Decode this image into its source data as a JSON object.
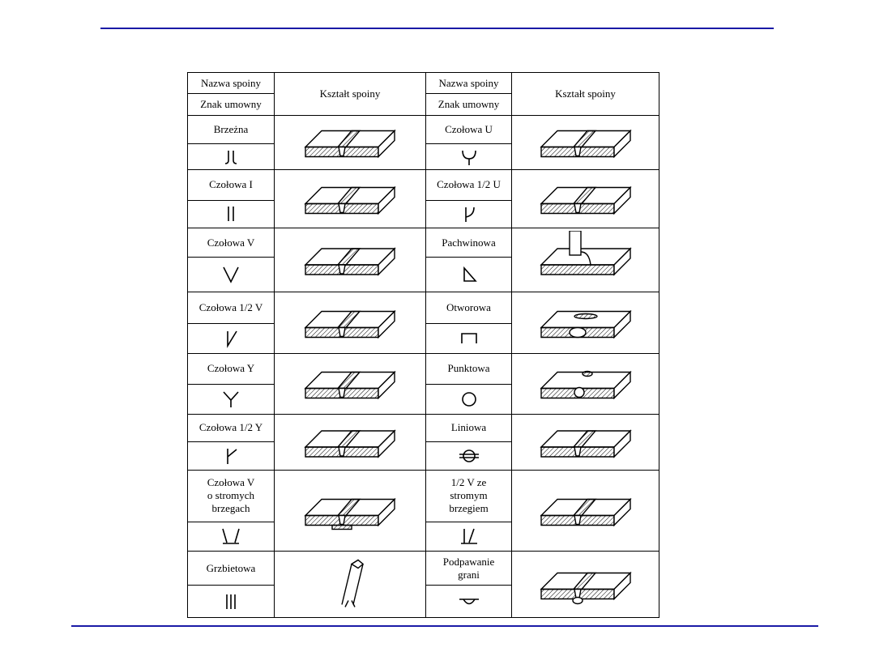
{
  "page": {
    "accent_color": "#1a1aa6"
  },
  "table": {
    "headers": {
      "name": "Nazwa spoiny",
      "symbol": "Znak umowny",
      "shape": "Kształt spoiny"
    },
    "rows": [
      {
        "left": {
          "name": "Brzeżna",
          "symbol": "flare-edge",
          "shape": "edge-weld"
        },
        "right": {
          "name": "Czołowa U",
          "symbol": "u-groove",
          "shape": "u-weld"
        }
      },
      {
        "left": {
          "name": "Czołowa I",
          "symbol": "square-groove",
          "shape": "i-weld"
        },
        "right": {
          "name": "Czołowa 1/2 U",
          "symbol": "j-groove",
          "shape": "half-u-weld"
        }
      },
      {
        "left": {
          "name": "Czołowa V",
          "symbol": "v-groove",
          "shape": "v-weld"
        },
        "right": {
          "name": "Pachwinowa",
          "symbol": "fillet",
          "shape": "fillet-weld"
        }
      },
      {
        "left": {
          "name": "Czołowa 1/2 V",
          "symbol": "bevel-groove",
          "shape": "half-v-weld"
        },
        "right": {
          "name": "Otworowa",
          "symbol": "slot",
          "shape": "slot-weld"
        }
      },
      {
        "left": {
          "name": "Czołowa Y",
          "symbol": "y-groove",
          "shape": "y-weld"
        },
        "right": {
          "name": "Punktowa",
          "symbol": "spot",
          "shape": "spot-weld"
        }
      },
      {
        "left": {
          "name": "Czołowa 1/2 Y",
          "symbol": "half-y-groove",
          "shape": "half-y-weld"
        },
        "right": {
          "name": "Liniowa",
          "symbol": "seam",
          "shape": "seam-weld"
        }
      },
      {
        "left": {
          "name": "Czołowa V\no stromych\nbrzegach",
          "symbol": "steep-v-groove",
          "shape": "steep-v-weld"
        },
        "right": {
          "name": "1/2 V ze\nstromym\nbrzegiem",
          "symbol": "steep-bevel-groove",
          "shape": "steep-half-v-weld"
        }
      },
      {
        "left": {
          "name": "Grzbietowa",
          "symbol": "edge-flange",
          "shape": "flange-weld"
        },
        "right": {
          "name": "Podpawanie\ngrani",
          "symbol": "back-weld",
          "shape": "back-weld"
        }
      }
    ]
  }
}
